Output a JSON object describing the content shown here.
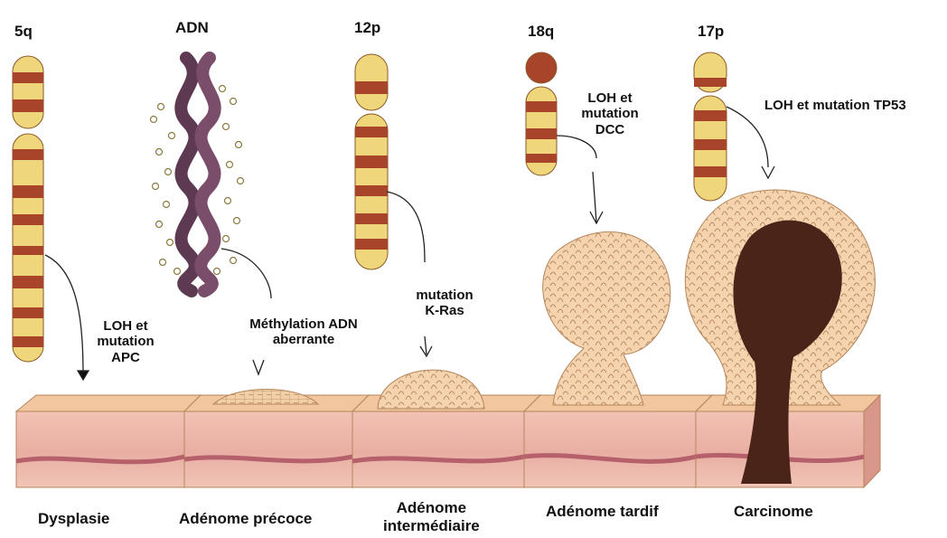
{
  "chromosomes": [
    {
      "id": "5q",
      "label": "5q"
    },
    {
      "id": "adn",
      "label": "ADN"
    },
    {
      "id": "12p",
      "label": "12p"
    },
    {
      "id": "18q",
      "label": "18q"
    },
    {
      "id": "17p",
      "label": "17p"
    }
  ],
  "annotations": {
    "apc": [
      "LOH et",
      "mutation",
      "APC"
    ],
    "methylation": [
      "Méthylation ADN",
      "aberrante"
    ],
    "kras": [
      "mutation",
      "K-Ras"
    ],
    "dcc": [
      "LOH et",
      "mutation",
      "DCC"
    ],
    "tp53": [
      "LOH et mutation TP53"
    ]
  },
  "stages": {
    "dysplasie": "Dysplasie",
    "adenome_precoce": "Adénome précoce",
    "adenome_intermediaire": [
      "Adénome",
      "intermédiaire"
    ],
    "adenome_tardif": "Adénome tardif",
    "carcinome": "Carcinome"
  },
  "colors": {
    "chromosome_band": "#a8442a",
    "chromosome_body": "#f0d67a",
    "tissue_top": "#f2c7a0",
    "tissue_side": "#e8b0a6",
    "polyp": "#f2cfa6",
    "lumen": "#4a2418",
    "dna": "#5e3a52"
  }
}
